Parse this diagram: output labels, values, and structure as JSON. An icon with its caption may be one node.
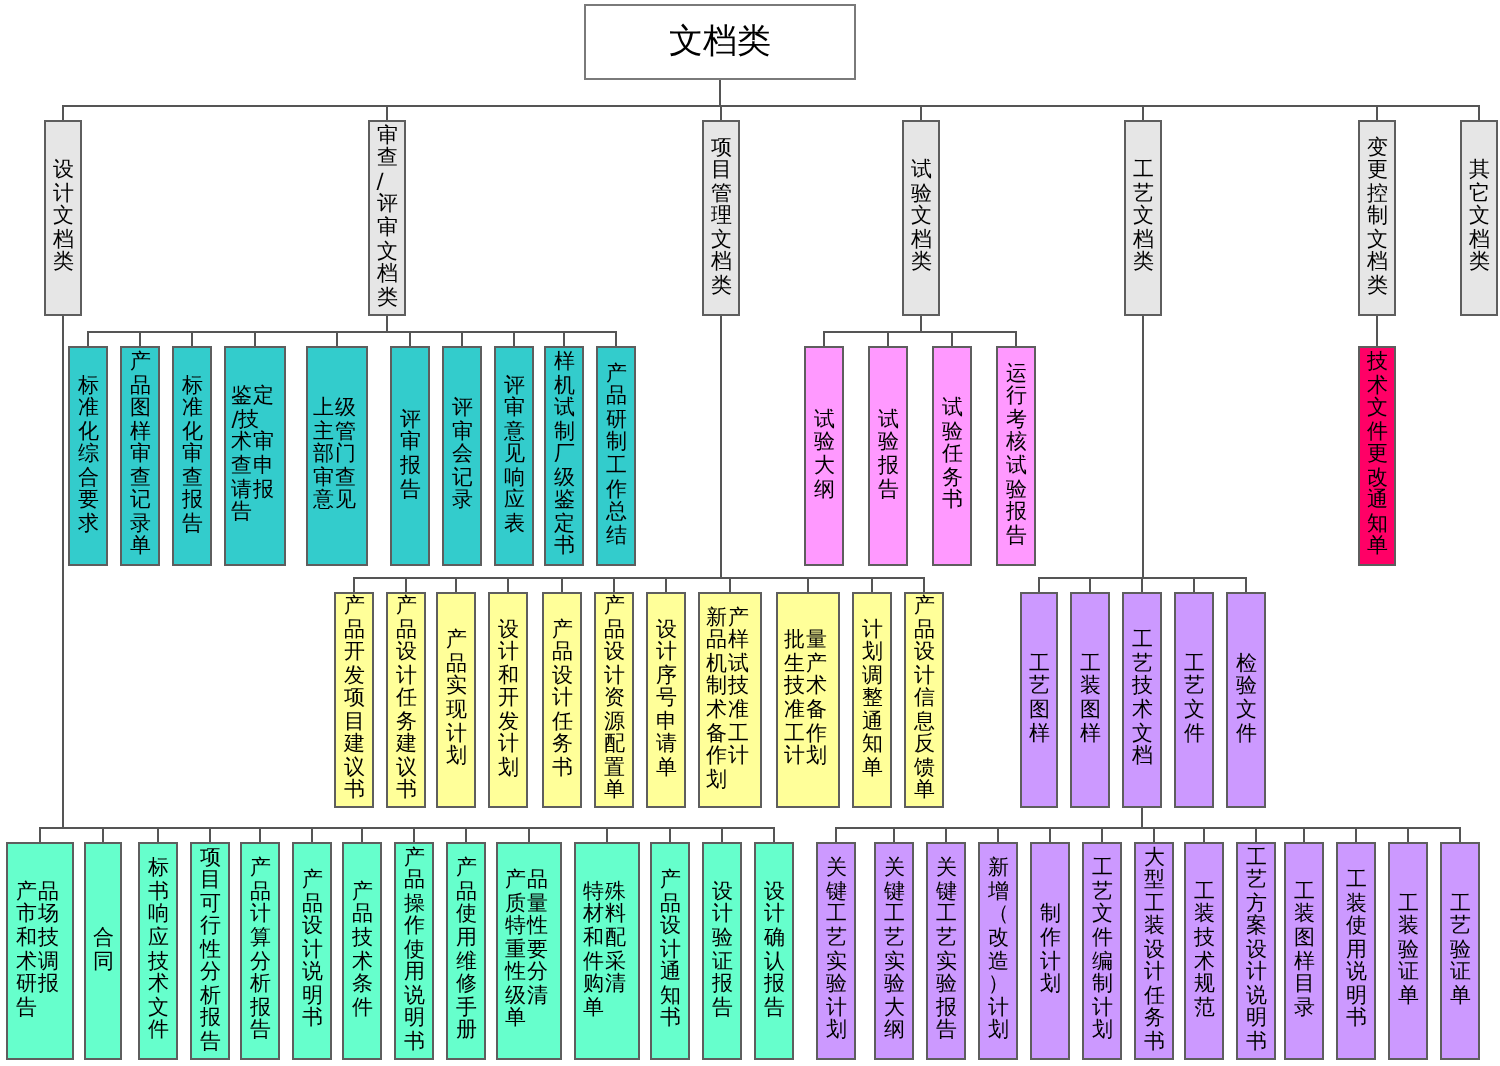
{
  "diagram": {
    "nodes": [
      {
        "text": [
          "文档类"
        ]
      },
      {
        "text": [
          "设计文档类"
        ]
      },
      {
        "text": [
          "审查/评审文档类"
        ]
      },
      {
        "text": [
          "项目管理文档类"
        ]
      },
      {
        "text": [
          "试验文档类"
        ]
      },
      {
        "text": [
          "工艺文档类"
        ]
      },
      {
        "text": [
          "变更控制文档类"
        ]
      },
      {
        "text": [
          "其它文档类"
        ]
      },
      {
        "text": [
          "标准化综合要求"
        ]
      },
      {
        "text": [
          "产品图样审查记录单"
        ]
      },
      {
        "text": [
          "标准化审查报告"
        ]
      },
      {
        "text": [
          "鉴定/技术审查申请报告"
        ]
      },
      {
        "text": [
          "上级主管部门审查意见"
        ]
      },
      {
        "text": [
          "评审报告"
        ]
      },
      {
        "text": [
          "评审会记录"
        ]
      },
      {
        "text": [
          "评审意见响应表"
        ]
      },
      {
        "text": [
          "样机试制厂级鉴定书"
        ]
      },
      {
        "text": [
          "产品研制工作总结"
        ]
      },
      {
        "text": [
          "试验大纲"
        ]
      },
      {
        "text": [
          "试验报告"
        ]
      },
      {
        "text": [
          "试验任务书"
        ]
      },
      {
        "text": [
          "运行考核试验报告"
        ]
      },
      {
        "text": [
          "技术文件更改通知单"
        ]
      },
      {
        "text": [
          "产品开发项目建议书"
        ]
      },
      {
        "text": [
          "产品设计任务建议书"
        ]
      },
      {
        "text": [
          "产品实现计划"
        ]
      },
      {
        "text": [
          "设计和开发计划"
        ]
      },
      {
        "text": [
          "产品设计任务书"
        ]
      },
      {
        "text": [
          "产品设计资源配置单"
        ]
      },
      {
        "text": [
          "设计序号申请单"
        ]
      },
      {
        "text": [
          "新产品样机试制技术准备工作计划"
        ]
      },
      {
        "text": [
          "批量生产技术准备工作计划"
        ]
      },
      {
        "text": [
          "计划调整通知单"
        ]
      },
      {
        "text": [
          "产品设计信息反馈单"
        ]
      },
      {
        "text": [
          "工艺图样"
        ]
      },
      {
        "text": [
          "工装图样"
        ]
      },
      {
        "text": [
          "工艺技术文档"
        ]
      },
      {
        "text": [
          "工艺文件"
        ]
      },
      {
        "text": [
          "检验文件"
        ]
      },
      {
        "text": [
          "产品市场和技术调研报告"
        ]
      },
      {
        "text": [
          "合同"
        ]
      },
      {
        "text": [
          "标书响应技术文件"
        ]
      },
      {
        "text": [
          "项目可行性分析报告"
        ]
      },
      {
        "text": [
          "产品计算分析报告"
        ]
      },
      {
        "text": [
          "产品设计说明书"
        ]
      },
      {
        "text": [
          "产品技术条件"
        ]
      },
      {
        "text": [
          "产品操作使用说明书"
        ]
      },
      {
        "text": [
          "产品使用维修手册"
        ]
      },
      {
        "text": [
          "产品质量特性重要性分级清单"
        ]
      },
      {
        "text": [
          "特殊材料和配件采购清单"
        ]
      },
      {
        "text": [
          "产品设计通知书"
        ]
      },
      {
        "text": [
          "设计验证报告"
        ]
      },
      {
        "text": [
          "设计确认报告"
        ]
      },
      {
        "text": [
          "关键工艺实验计划"
        ]
      },
      {
        "text": [
          "关键工艺实验大纲"
        ]
      },
      {
        "text": [
          "关键工艺实验报告"
        ]
      },
      {
        "text": [
          "新增（改造）计划"
        ]
      },
      {
        "text": [
          "制作计划"
        ]
      },
      {
        "text": [
          "工艺文件编制计划"
        ]
      },
      {
        "text": [
          "大型工装设计任务书"
        ]
      },
      {
        "text": [
          "工装技术规范"
        ]
      },
      {
        "text": [
          "工艺方案设计说明书"
        ]
      },
      {
        "text": [
          "工装图样目录"
        ]
      },
      {
        "text": [
          "工装使用说明书"
        ]
      },
      {
        "text": [
          "工装验证单"
        ]
      },
      {
        "text": [
          "工艺验证单"
        ]
      }
    ],
    "edges": [
      {
        "from": 0,
        "to": 1,
        "arrow": "none"
      },
      {
        "from": 0,
        "to": 2,
        "arrow": "none"
      },
      {
        "from": 0,
        "to": 3,
        "arrow": "none"
      },
      {
        "from": 0,
        "to": 4,
        "arrow": "none"
      },
      {
        "from": 0,
        "to": 5,
        "arrow": "none"
      },
      {
        "from": 0,
        "to": 6,
        "arrow": "none"
      },
      {
        "from": 0,
        "to": 7,
        "arrow": "none"
      },
      {
        "from": 2,
        "to": 8,
        "arrow": "none"
      },
      {
        "from": 2,
        "to": 9,
        "arrow": "none"
      },
      {
        "from": 2,
        "to": 10,
        "arrow": "none"
      },
      {
        "from": 2,
        "to": 11,
        "arrow": "none"
      },
      {
        "from": 2,
        "to": 12,
        "arrow": "none"
      },
      {
        "from": 2,
        "to": 13,
        "arrow": "none"
      },
      {
        "from": 2,
        "to": 14,
        "arrow": "none"
      },
      {
        "from": 2,
        "to": 15,
        "arrow": "none"
      },
      {
        "from": 2,
        "to": 16,
        "arrow": "none"
      },
      {
        "from": 2,
        "to": 17,
        "arrow": "none"
      },
      {
        "from": 4,
        "to": 18,
        "arrow": "none"
      },
      {
        "from": 4,
        "to": 19,
        "arrow": "none"
      },
      {
        "from": 4,
        "to": 20,
        "arrow": "none"
      },
      {
        "from": 4,
        "to": 21,
        "arrow": "none"
      },
      {
        "from": 6,
        "to": 22,
        "arrow": "none"
      },
      {
        "from": 3,
        "to": 23,
        "arrow": "none"
      },
      {
        "from": 3,
        "to": 24,
        "arrow": "none"
      },
      {
        "from": 3,
        "to": 25,
        "arrow": "none"
      },
      {
        "from": 3,
        "to": 26,
        "arrow": "none"
      },
      {
        "from": 3,
        "to": 27,
        "arrow": "none"
      },
      {
        "from": 3,
        "to": 28,
        "arrow": "none"
      },
      {
        "from": 3,
        "to": 29,
        "arrow": "none"
      },
      {
        "from": 3,
        "to": 30,
        "arrow": "none"
      },
      {
        "from": 3,
        "to": 31,
        "arrow": "none"
      },
      {
        "from": 3,
        "to": 32,
        "arrow": "none"
      },
      {
        "from": 3,
        "to": 33,
        "arrow": "none"
      },
      {
        "from": 5,
        "to": 34,
        "arrow": "none"
      },
      {
        "from": 5,
        "to": 35,
        "arrow": "none"
      },
      {
        "from": 5,
        "to": 36,
        "arrow": "none"
      },
      {
        "from": 5,
        "to": 37,
        "arrow": "none"
      },
      {
        "from": 5,
        "to": 38,
        "arrow": "none"
      },
      {
        "from": 1,
        "to": 39,
        "arrow": "none"
      },
      {
        "from": 1,
        "to": 40,
        "arrow": "none"
      },
      {
        "from": 1,
        "to": 41,
        "arrow": "none"
      },
      {
        "from": 1,
        "to": 42,
        "arrow": "none"
      },
      {
        "from": 1,
        "to": 43,
        "arrow": "none"
      },
      {
        "from": 1,
        "to": 44,
        "arrow": "none"
      },
      {
        "from": 1,
        "to": 45,
        "arrow": "none"
      },
      {
        "from": 1,
        "to": 46,
        "arrow": "none"
      },
      {
        "from": 1,
        "to": 47,
        "arrow": "none"
      },
      {
        "from": 1,
        "to": 48,
        "arrow": "none"
      },
      {
        "from": 1,
        "to": 49,
        "arrow": "none"
      },
      {
        "from": 1,
        "to": 50,
        "arrow": "none"
      },
      {
        "from": 1,
        "to": 51,
        "arrow": "none"
      },
      {
        "from": 1,
        "to": 52,
        "arrow": "none"
      },
      {
        "from": 36,
        "to": 53,
        "arrow": "none"
      },
      {
        "from": 36,
        "to": 54,
        "arrow": "none"
      },
      {
        "from": 36,
        "to": 55,
        "arrow": "none"
      },
      {
        "from": 36,
        "to": 56,
        "arrow": "none"
      },
      {
        "from": 36,
        "to": 57,
        "arrow": "none"
      },
      {
        "from": 36,
        "to": 58,
        "arrow": "none"
      },
      {
        "from": 36,
        "to": 59,
        "arrow": "none"
      },
      {
        "from": 36,
        "to": 60,
        "arrow": "none"
      },
      {
        "from": 36,
        "to": 61,
        "arrow": "none"
      },
      {
        "from": 36,
        "to": 62,
        "arrow": "none"
      },
      {
        "from": 36,
        "to": 63,
        "arrow": "none"
      },
      {
        "from": 36,
        "to": 64,
        "arrow": "none"
      },
      {
        "from": 36,
        "to": 65,
        "arrow": "none"
      }
    ]
  }
}
